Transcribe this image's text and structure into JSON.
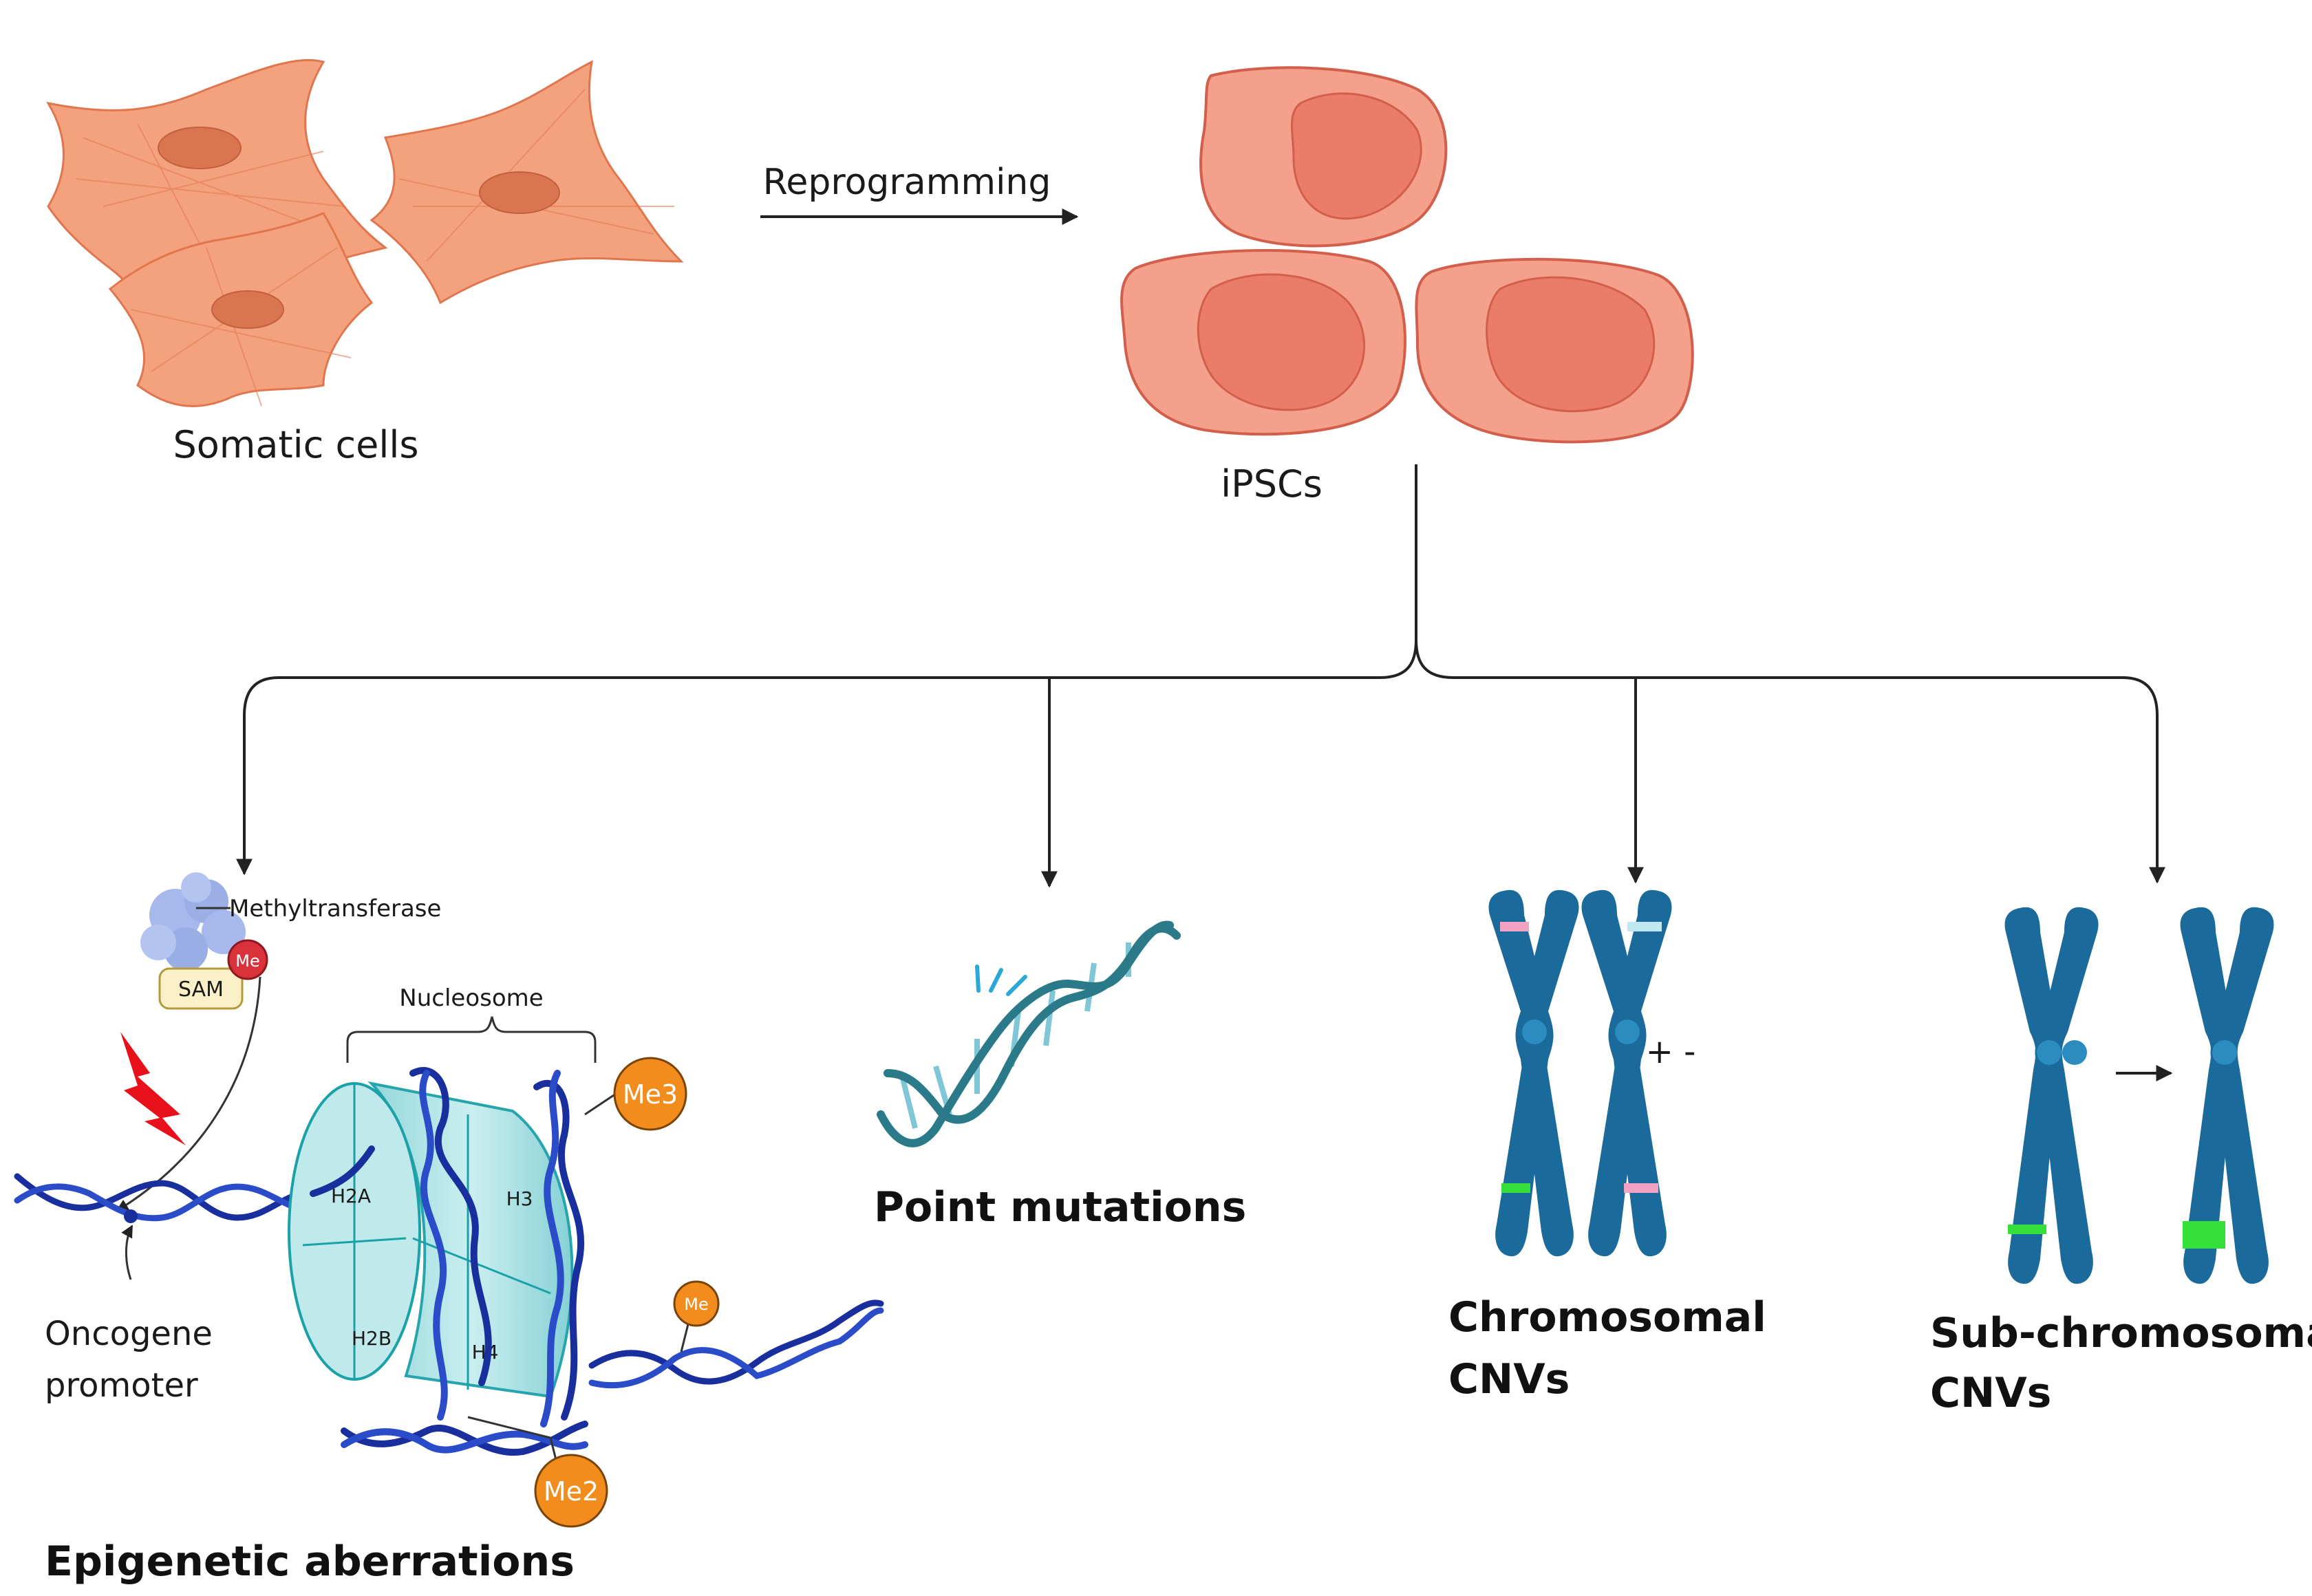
{
  "labels": {
    "somatic": "Somatic cells",
    "reprogramming": "Reprogramming",
    "ipscs": "iPSCs",
    "methyltransferase": "Methyltransferase",
    "sam": "SAM",
    "me": "Me",
    "nucleosome": "Nucleosome",
    "me3": "Me3",
    "me2": "Me2",
    "h2a": "H2A",
    "h3": "H3",
    "h2b": "H2B",
    "h4": "H4",
    "oncogene_line1": "Oncogene",
    "oncogene_line2": "promoter",
    "epigenetic": "Epigenetic aberrations",
    "point": "Point mutations",
    "plusminus": "+ -",
    "chrom_line1": "Chromosomal",
    "chrom_line2": "CNVs",
    "sub_line1": "Sub-chromosomal",
    "sub_line2": "CNVs"
  },
  "colors": {
    "somatic_fill": "#f4a27e",
    "somatic_stroke": "#e0764e",
    "somatic_nucleus": "#d97550",
    "ipsc_outer": "#f5a08a",
    "ipsc_inner": "#ec7c6a",
    "ipsc_stroke": "#d25f4c",
    "arrow": "#222222",
    "dna_dark": "#1a2f9e",
    "dna_mid": "#2b4cc9",
    "nucleosome_fill": "#a8e0e2",
    "nucleosome_stroke": "#1ba1a8",
    "methyl_orange": "#f28c1c",
    "methyl_red": "#d9323a",
    "chromosome": "#1a6a9c",
    "centromere": "#2c8bbf",
    "band_pink": "#f2a3c4",
    "band_cyan": "#bfe8f2",
    "band_green": "#35e03a",
    "lightning": "#e8101b",
    "dna_teal": "#2a7a8a",
    "dna_rung": "#7fc6d6",
    "spark": "#2aa8d8"
  }
}
